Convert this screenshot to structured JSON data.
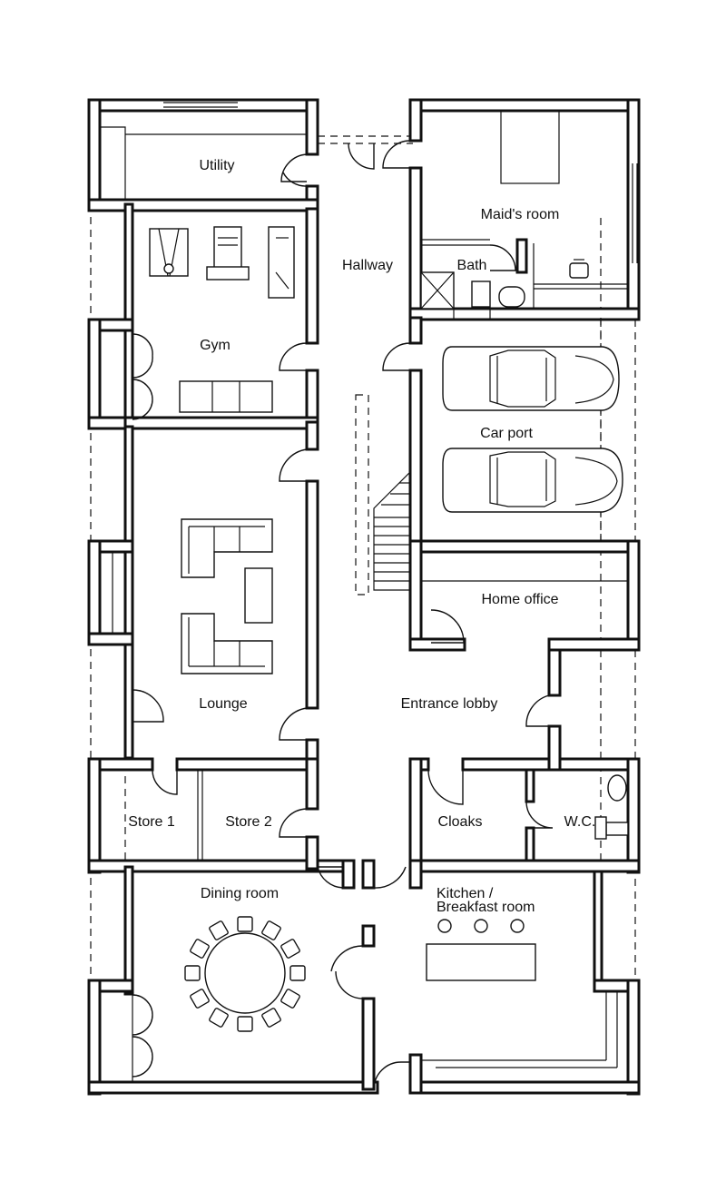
{
  "rooms": {
    "utility": "Utility",
    "hallway": "Hallway",
    "maids_room": "Maid's room",
    "bath": "Bath",
    "gym": "Gym",
    "car_port": "Car port",
    "home_office": "Home office",
    "lounge": "Lounge",
    "entrance_lobby": "Entrance lobby",
    "store_1": "Store 1",
    "store_2": "Store 2",
    "cloaks": "Cloaks",
    "wc": "W.C.",
    "dining_room": "Dining room",
    "kitchen_line1": "Kitchen /",
    "kitchen_line2": "Breakfast room"
  },
  "colors": {
    "line": "#111111",
    "paper": "#ffffff"
  }
}
